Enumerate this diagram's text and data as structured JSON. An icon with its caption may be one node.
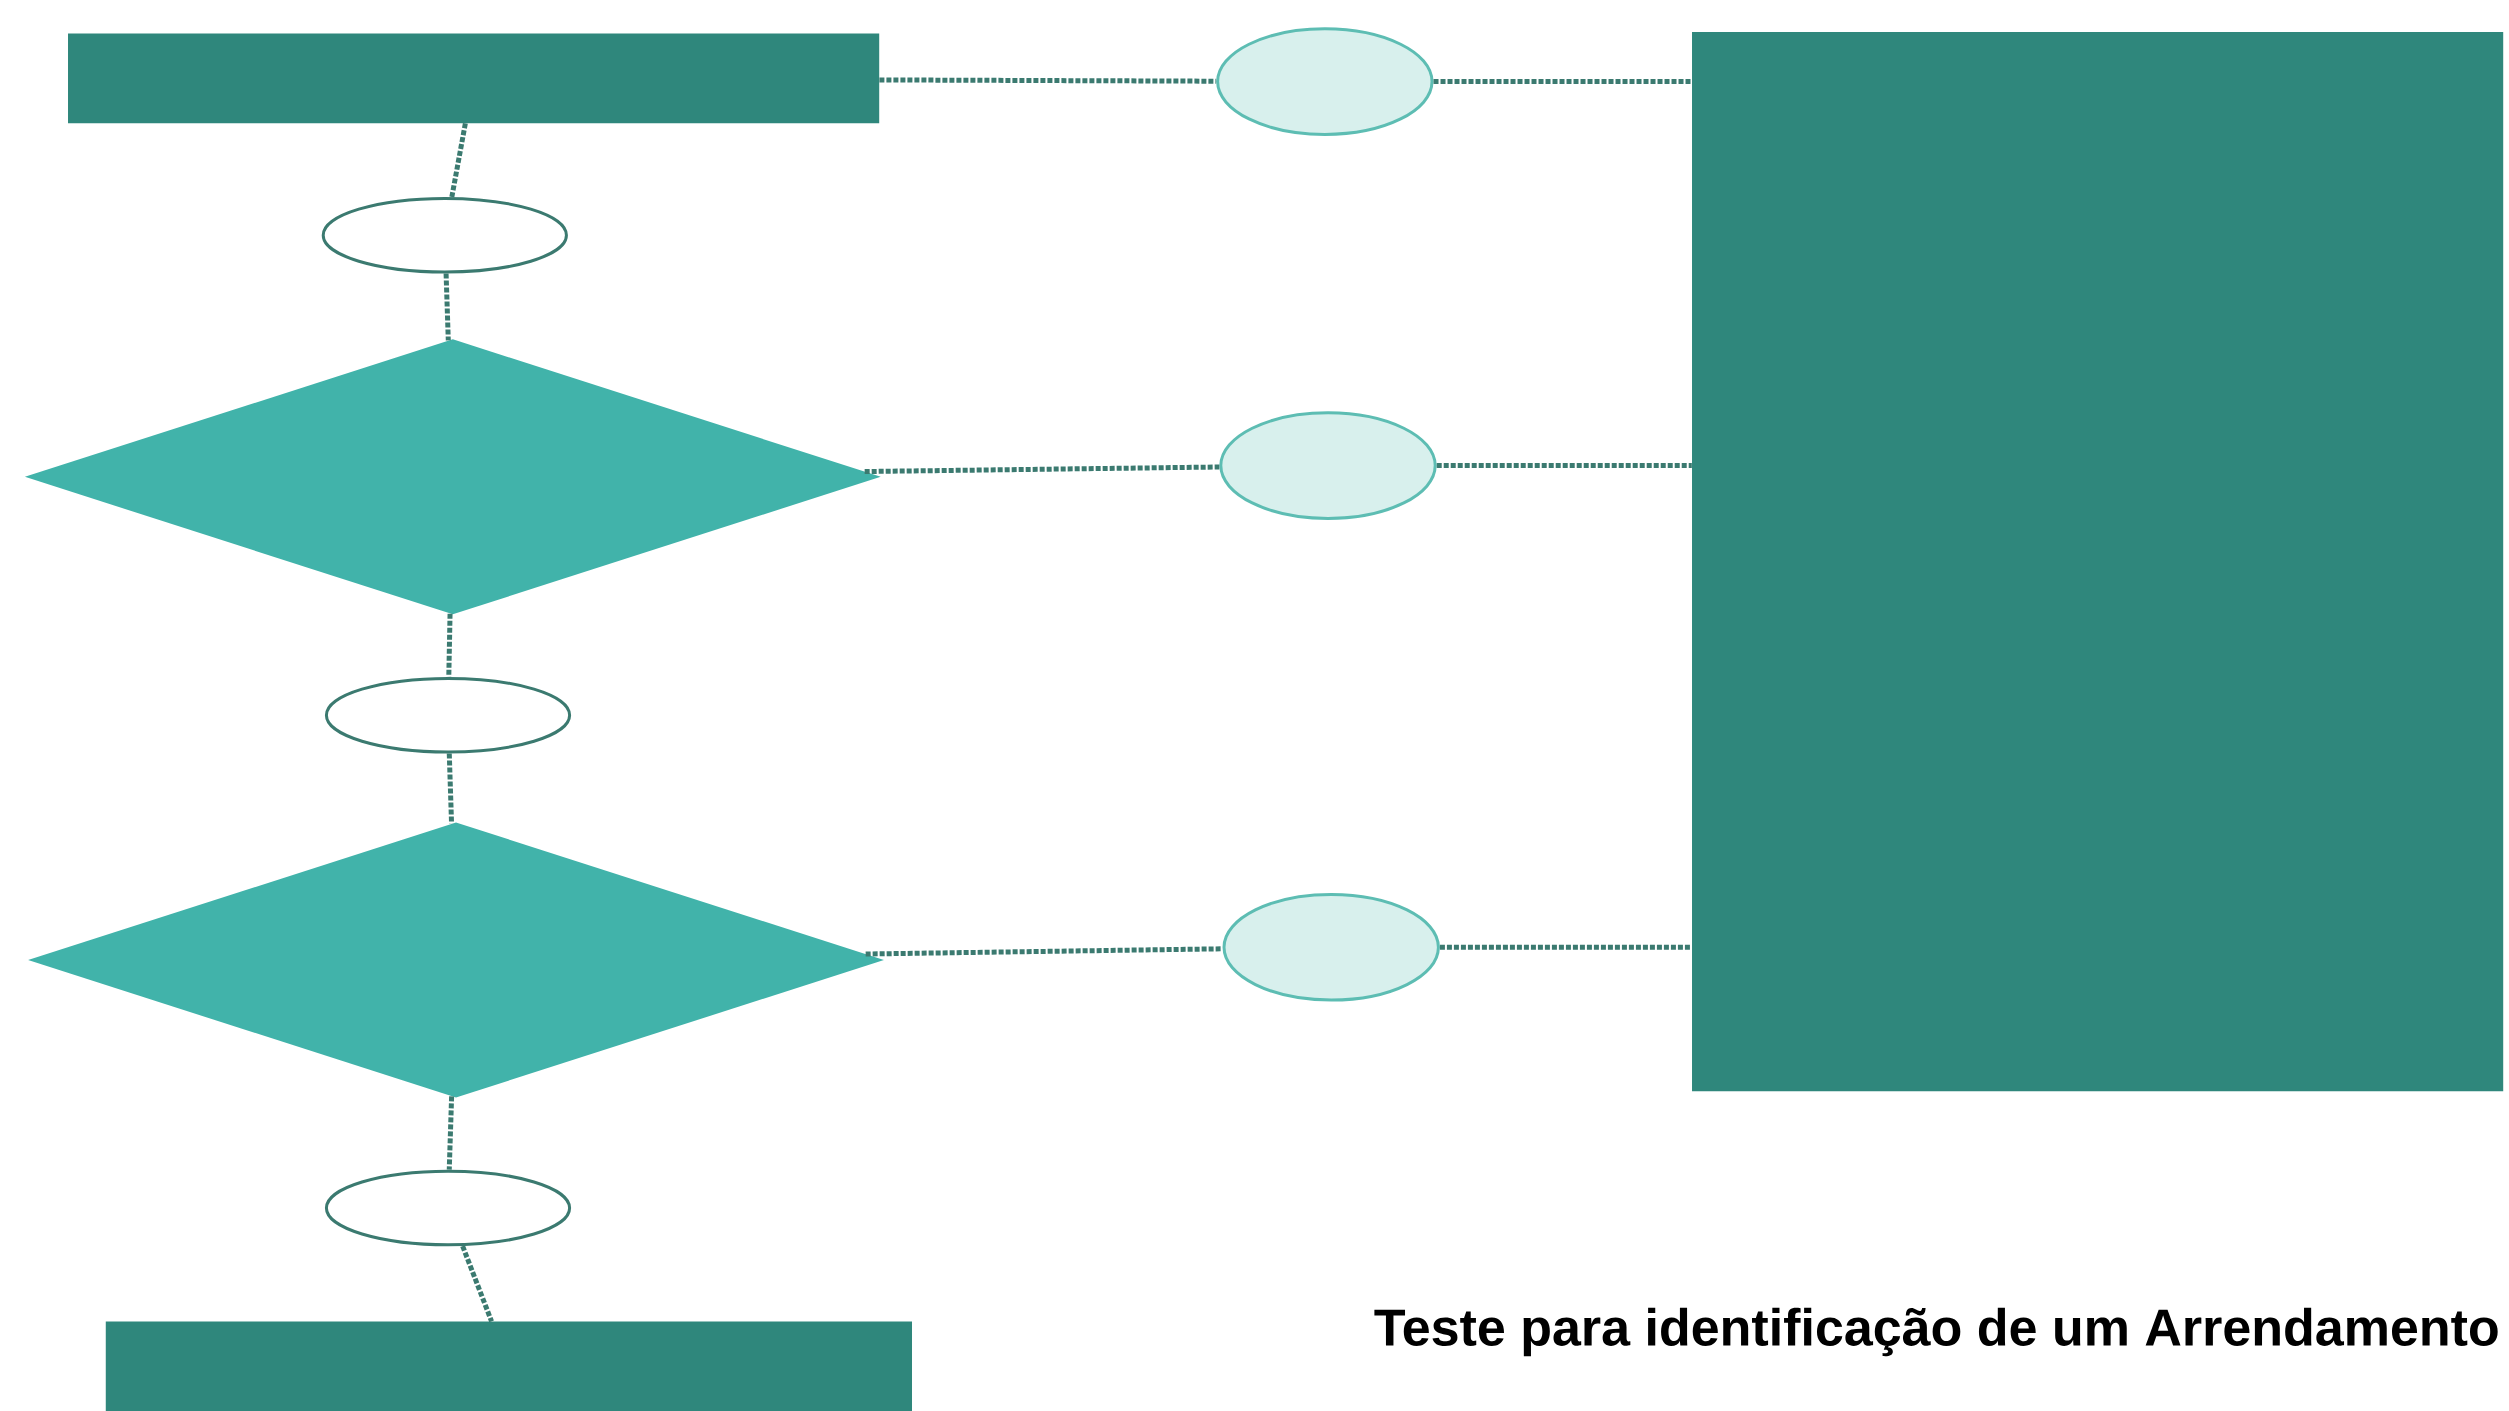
{
  "diagram": {
    "title": "Teste para identificação de um Arrendamento",
    "nodes": [
      {
        "text": [],
        "shape": "box"
      },
      {
        "text": [],
        "shape": "ellipse"
      },
      {
        "text": [],
        "shape": "diamond"
      },
      {
        "text": [],
        "shape": "ellipse"
      },
      {
        "text": [],
        "shape": "diamond"
      },
      {
        "text": [],
        "shape": "ellipse"
      },
      {
        "text": [],
        "shape": "box"
      },
      {
        "text": [],
        "shape": "ellipse"
      },
      {
        "text": [],
        "shape": "ellipse"
      },
      {
        "text": [],
        "shape": "ellipse"
      },
      {
        "text": [],
        "shape": "box"
      }
    ],
    "edges": [
      {
        "from": 0,
        "to": 1,
        "arrow": "none",
        "style": "dashed"
      },
      {
        "from": 1,
        "to": 2,
        "arrow": "none",
        "style": "dashed"
      },
      {
        "from": 2,
        "to": 3,
        "arrow": "none",
        "style": "dashed"
      },
      {
        "from": 3,
        "to": 4,
        "arrow": "none",
        "style": "dashed"
      },
      {
        "from": 4,
        "to": 5,
        "arrow": "none",
        "style": "dashed"
      },
      {
        "from": 5,
        "to": 6,
        "arrow": "none",
        "style": "dashed"
      },
      {
        "from": 0,
        "to": 7,
        "arrow": "none",
        "style": "dashed"
      },
      {
        "from": 7,
        "to": 10,
        "arrow": "none",
        "style": "dashed"
      },
      {
        "from": 2,
        "to": 8,
        "arrow": "none",
        "style": "dashed"
      },
      {
        "from": 8,
        "to": 10,
        "arrow": "none",
        "style": "dashed"
      },
      {
        "from": 4,
        "to": 9,
        "arrow": "none",
        "style": "dashed"
      },
      {
        "from": 9,
        "to": 10,
        "arrow": "none",
        "style": "dashed"
      }
    ]
  }
}
